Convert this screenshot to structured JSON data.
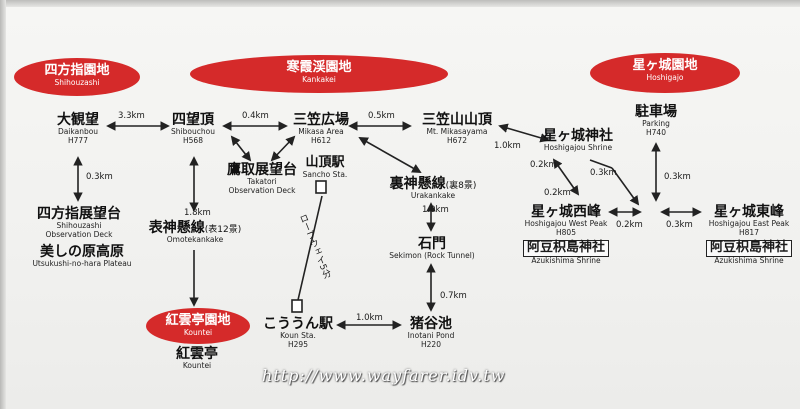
{
  "areas": {
    "shihouzashi": {
      "jp": "四方指園地",
      "en": "Shihouzashi"
    },
    "kankakei": {
      "jp": "寒霞渓園地",
      "en": "Kankakei"
    },
    "hoshigajo": {
      "jp": "星ヶ城園地",
      "en": "Hoshigajo"
    },
    "kountei": {
      "jp": "紅雲亭園地",
      "en": "Kountei"
    }
  },
  "nodes": {
    "daikanbou": {
      "jp": "大観望",
      "en": "Daikanbou",
      "h": "H777"
    },
    "shibouchou": {
      "jp": "四望頂",
      "en": "Shibouchou",
      "h": "H568"
    },
    "mikasa": {
      "jp": "三笠広場",
      "en": "Mikasa Area",
      "h": "H612"
    },
    "mikasayama": {
      "jp": "三笠山山頂",
      "en": "Mt. Mikasayama",
      "h": "H672"
    },
    "takatori": {
      "jp": "鷹取展望台",
      "en1": "Takatori",
      "en2": "Observation Deck"
    },
    "sancho": {
      "jp": "山頂駅",
      "en": "Sancho Sta."
    },
    "shihouzashi_deck": {
      "jp": "四方指展望台",
      "en1": "Shihouzashi",
      "en2": "Observation Deck"
    },
    "utsukushi": {
      "jp": "美しの原高原",
      "en": "Utsukushi-no-hara Plateau"
    },
    "omote": {
      "jp": "表神懸線",
      "suffix": "(表12景)",
      "en": "Omotekankake"
    },
    "ura": {
      "jp": "裏神懸線",
      "suffix": "(裏8景)",
      "en": "Urakankake"
    },
    "sekimon": {
      "jp": "石門",
      "en": "Sekimon (Rock Tunnel)"
    },
    "inotani": {
      "jp": "猪谷池",
      "en": "Inotani Pond",
      "h": "H220"
    },
    "koun": {
      "jp": "こううん駅",
      "en": "Koun Sta.",
      "h": "H295"
    },
    "kountei": {
      "jp": "紅雲亭",
      "en": "Kountei"
    },
    "hoshigajou_shrine": {
      "jp": "星ヶ城神社",
      "en": "Hoshigajou Shrine"
    },
    "parking": {
      "jp": "駐車場",
      "en": "Parking",
      "h": "H740"
    },
    "west_peak": {
      "jp": "星ヶ城西峰",
      "en": "Hoshigajou West Peak",
      "h": "H805",
      "box": "阿豆枳島神社",
      "box_en": "Azukishima Shrine"
    },
    "east_peak": {
      "jp": "星ヶ城東峰",
      "en": "Hoshigajou East Peak",
      "h": "H817",
      "box": "阿豆枳島神社",
      "box_en": "Azukishima Shrine"
    }
  },
  "distances": {
    "d1": "3.3km",
    "d2": "0.4km",
    "d3": "0.5km",
    "d4": "1.0km",
    "d5": "0.3km",
    "d6": "1.8km",
    "d7": "1.0km",
    "d8": "0.7km",
    "d9": "1.0km",
    "d10": "0.2km",
    "d11": "0.3km",
    "d12": "0.2km",
    "d13": "0.3km",
    "d14": "0.2km",
    "d15": "0.3km"
  },
  "ropeway": "ロープウェイ5分",
  "watermark": "http://www.wayfarer.idv.tw"
}
